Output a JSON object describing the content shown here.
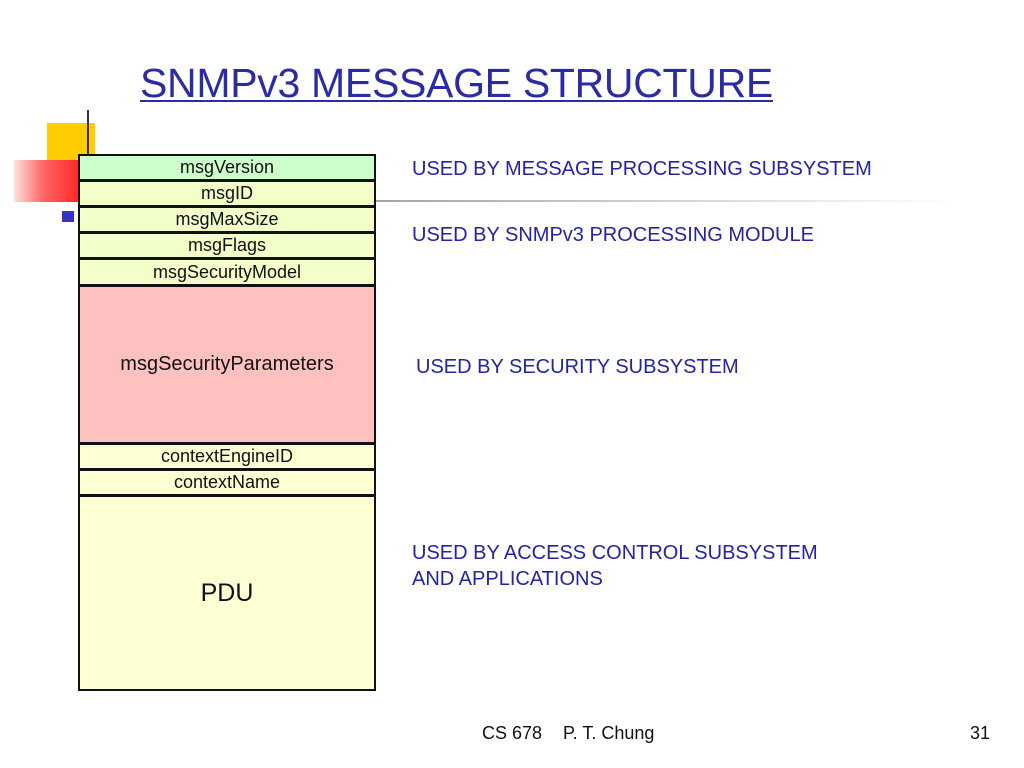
{
  "slide": {
    "title": "SNMPv3 MESSAGE STRUCTURE",
    "course": "CS 678",
    "author": "P. T. Chung",
    "page_number": "31"
  },
  "diagram": {
    "fields": [
      {
        "label": "msgVersion",
        "color": "#ccffcc"
      },
      {
        "label": "msgID",
        "color": "#f2ffc8"
      },
      {
        "label": "msgMaxSize",
        "color": "#f2ffc8"
      },
      {
        "label": "msgFlags",
        "color": "#f2ffc8"
      },
      {
        "label": "msgSecurityModel",
        "color": "#f2ffc8"
      },
      {
        "label": "msgSecurityParameters",
        "color": "#ffc0c0"
      },
      {
        "label": "contextEngineID",
        "color": "#ffffd4"
      },
      {
        "label": "contextName",
        "color": "#ffffd4"
      },
      {
        "label": "PDU",
        "color": "#ffffd4"
      }
    ],
    "annotations": [
      {
        "lines": [
          "USED BY MESSAGE PROCESSING SUBSYSTEM"
        ]
      },
      {
        "lines": [
          "USED BY SNMPv3 PROCESSING MODULE"
        ]
      },
      {
        "lines": [
          "USED BY SECURITY SUBSYSTEM"
        ]
      },
      {
        "lines": [
          "USED BY ACCESS CONTROL SUBSYSTEM",
          "AND APPLICATIONS"
        ]
      }
    ]
  },
  "colors": {
    "title": "#2b2ba6",
    "annotation_text": "#2323a8",
    "bullet_yellow": "#ffcc00",
    "bullet_red": "#ff2a2a",
    "bullet_blue": "#3333cc"
  }
}
